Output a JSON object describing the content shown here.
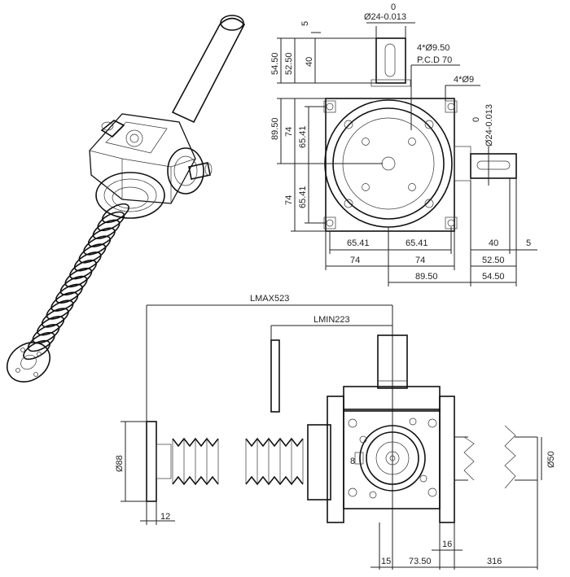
{
  "dimensions": {
    "top_right": {
      "tol_top": "0",
      "shaft_dia": "Ø24-0.013",
      "holes_big": "4*Ø9.50",
      "pcd": "P.C.D 70",
      "holes_small": "4*Ø9",
      "v_54_50": "54.50",
      "v_52_50": "52.50",
      "v_5": "5",
      "v_40": "40",
      "v_89_50": "89.50",
      "v_74_a": "74",
      "v_65_41_a": "65.41",
      "v_74_b": "74",
      "v_65_41_b": "65.41",
      "side_tol": "0",
      "side_shaft_dia": "Ø24-0.013",
      "h_65_41_l": "65.41",
      "h_65_41_r": "65.41",
      "h_74_l": "74",
      "h_74_r": "74",
      "h_89_50": "89.50",
      "h_40": "40",
      "h_5": "5",
      "h_52_50": "52.50",
      "h_54_50": "54.50"
    },
    "bottom": {
      "lmax": "LMAX523",
      "lmin": "LMIN223",
      "flange_dia": "Ø88",
      "flange_thk": "12",
      "shaft_dia": "Ø50",
      "key_8": "8",
      "d_16": "16",
      "d_15": "15",
      "d_73_50": "73.50",
      "d_316": "316"
    }
  }
}
